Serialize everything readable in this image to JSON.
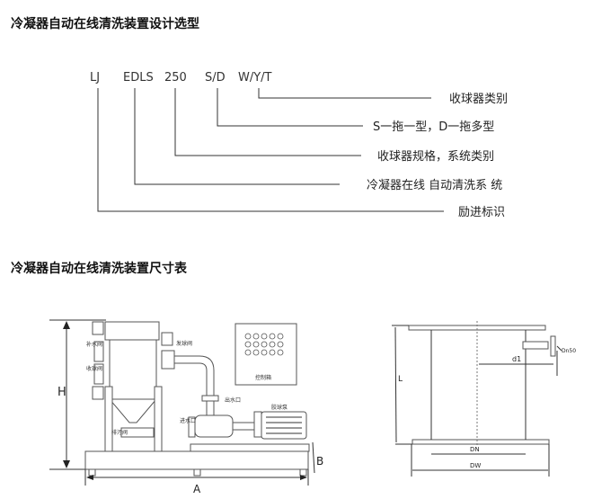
{
  "section1": {
    "title": "冷凝器自动在线清洗装置设计选型",
    "codes": [
      "LJ",
      "EDLS",
      "250",
      "S/D",
      "W/Y/T"
    ],
    "descriptions": [
      "收球器类别",
      "S一拖一型，D一拖多型",
      "收球器规格，系统类别",
      "冷凝器在线 自动清洗系 统",
      "励进标识"
    ]
  },
  "section2": {
    "title": "冷凝器自动在线清洗装置尺寸表",
    "left_diagram": {
      "labels": {
        "H": "H",
        "A": "A",
        "B": "B"
      },
      "parts": {
        "makeup_valve": "补水阀",
        "collect_valve": "收球阀",
        "launch_valve": "发球阀",
        "drain_valve": "排污阀",
        "outlet": "出水口",
        "inlet": "进水口",
        "pump": "胶球泵",
        "control_box": "控制箱"
      }
    },
    "right_diagram": {
      "labels": {
        "L": "L",
        "d1": "d1",
        "dn50": "Dn50",
        "DN": "DN",
        "DW": "DW"
      }
    }
  }
}
